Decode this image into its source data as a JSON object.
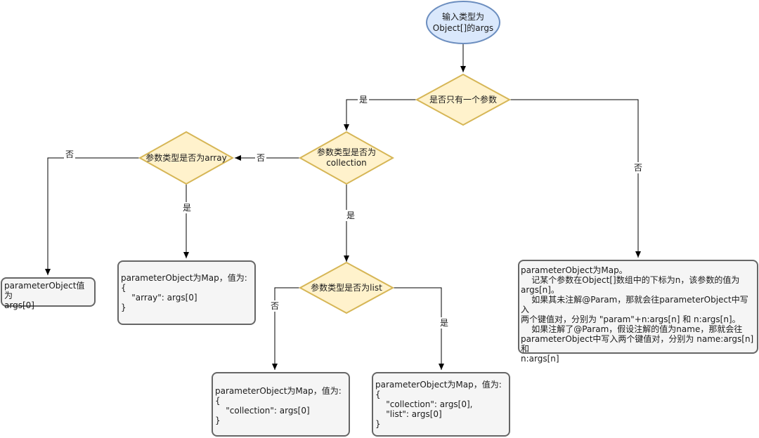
{
  "nodes": {
    "start": {
      "line1": "输入类型为",
      "line2": "Object[]的args"
    },
    "d_single": {
      "line1": "是否只有一个参数"
    },
    "d_collection": {
      "line1": "参数类型是否为",
      "line2": "collection"
    },
    "d_array": {
      "line1": "参数类型是否为array"
    },
    "d_list": {
      "line1": "参数类型是否为list"
    },
    "box_args0": {
      "text": "parameterObject值为\nargs[0]"
    },
    "box_array": {
      "text": "parameterObject为Map，值为:\n{\n    \"array\": args[0]\n}"
    },
    "box_collection": {
      "text": "parameterObject为Map，值为:\n{\n    \"collection\": args[0]\n}"
    },
    "box_list": {
      "text": "parameterObject为Map，值为:\n{\n    \"collection\": args[0],\n    \"list\": args[0]\n}"
    },
    "box_multi": {
      "text": "parameterObject为Map。\n    记某个参数在Object[]数组中的下标为n，该参数的值为\nargs[n]。\n    如果其未注解@Param，那就会往parameterObject中写入\n两个键值对，分别为 \"param\"+n:args[n] 和 n:args[n]。\n    如果注解了@Param，假设注解的值为name，那就会往\nparameterObject中写入两个键值对，分别为 name:args[n] 和\nn:args[n]"
    }
  },
  "edges": {
    "single_yes": "是",
    "single_no": "否",
    "collection_no": "否",
    "collection_yes": "是",
    "array_no": "否",
    "array_yes": "是",
    "list_no": "否",
    "list_yes": "是"
  }
}
